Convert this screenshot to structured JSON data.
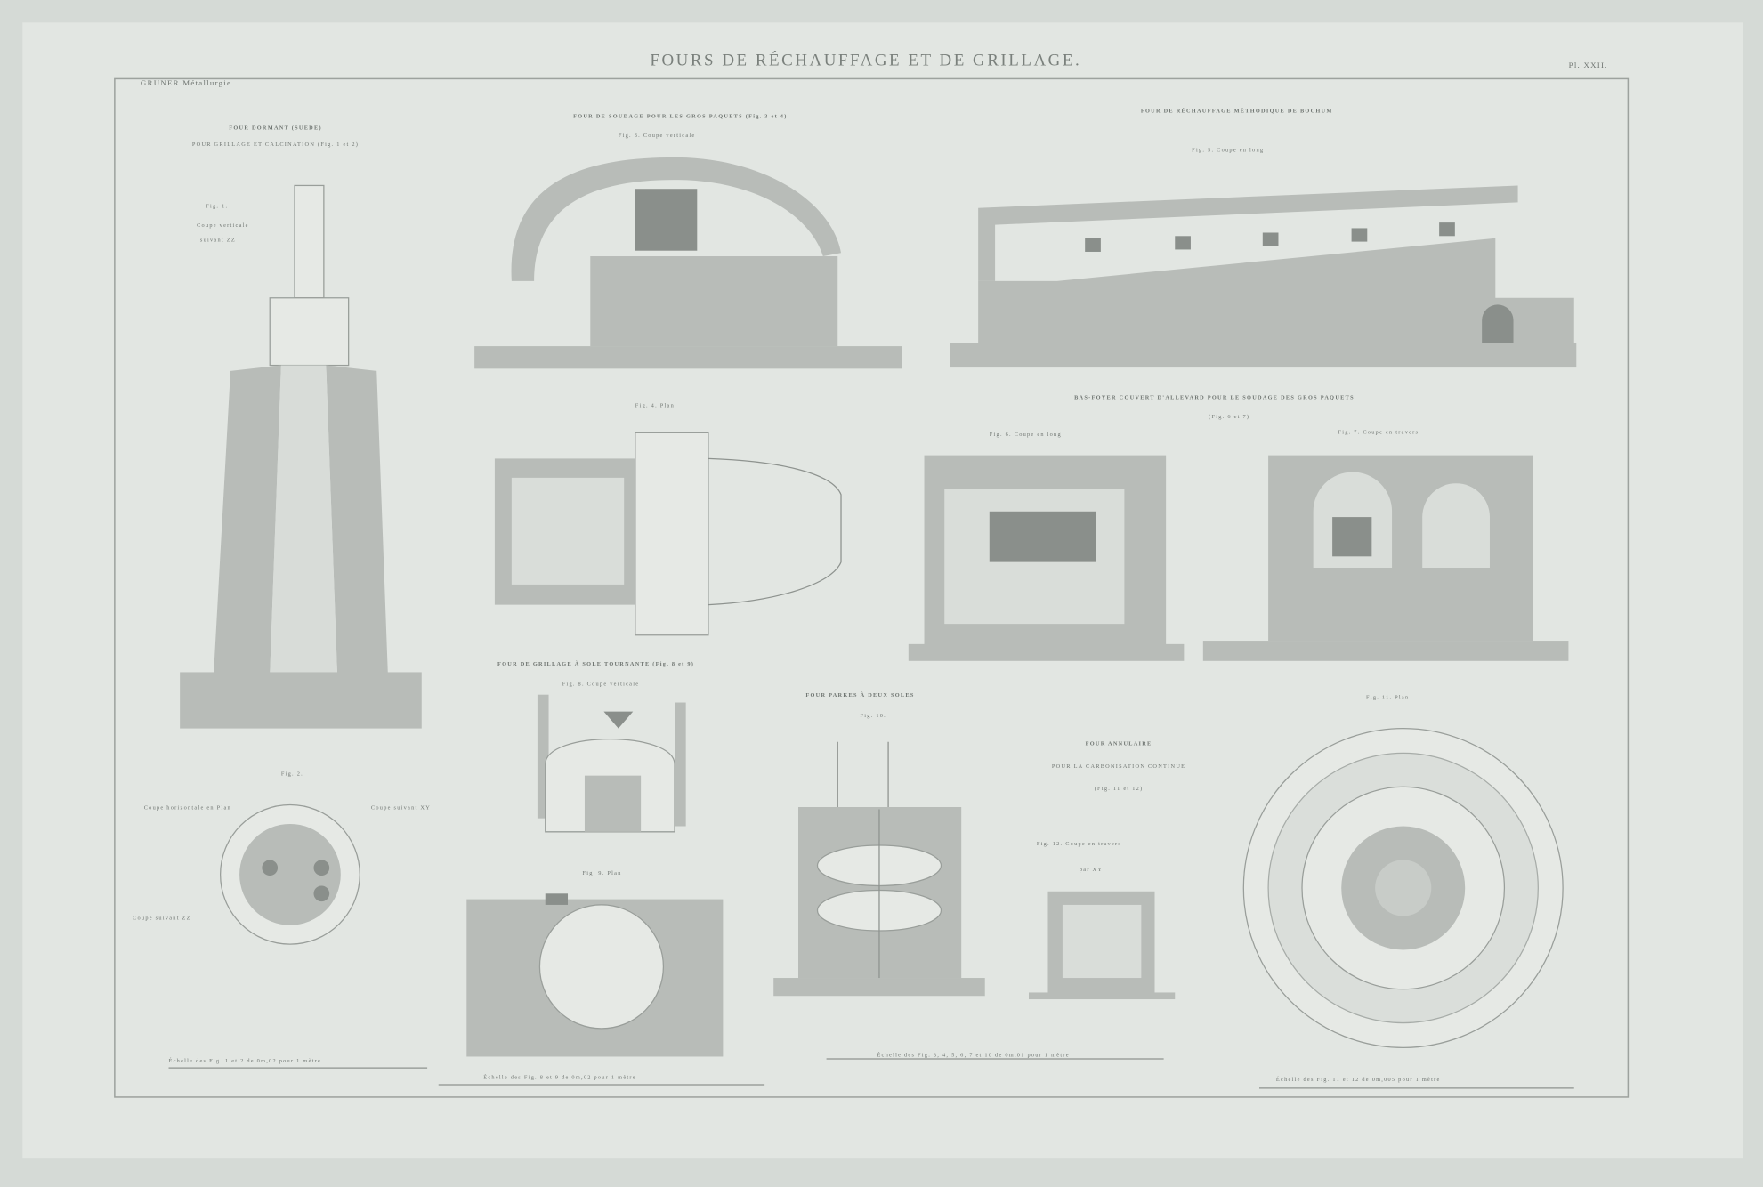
{
  "plate": {
    "title": "FOURS DE RÉCHAUFFAGE ET DE GRILLAGE.",
    "author": "GRUNER Métallurgie",
    "plate_number": "Pl. XXII."
  },
  "sections": {
    "four_dormant": {
      "heading": "FOUR DORMANT (SUÈDE)",
      "subheading": "POUR GRILLAGE ET CALCINATION (Fig. 1 et 2)",
      "fig1": "Fig. 1.",
      "fig1_caption": "Coupe verticale",
      "fig1_caption2": "suivant ZZ",
      "fig2": "Fig. 2.",
      "fig2_left": "Coupe horizontale en Plan",
      "fig2_right": "Coupe suivant XY",
      "fig2_bottom": "Coupe suivant ZZ",
      "scale": "Échelle des Fig. 1 et 2 de 0m,02 pour 1 mètre"
    },
    "four_soudage": {
      "heading": "FOUR DE SOUDAGE POUR LES GROS PAQUETS (Fig. 3 et 4)",
      "fig3": "Fig. 3.  Coupe verticale",
      "fig4": "Fig. 4.  Plan"
    },
    "four_bochum": {
      "heading": "FOUR DE RÉCHAUFFAGE MÉTHODIQUE DE BOCHUM",
      "fig5": "Fig. 5.  Coupe en long"
    },
    "bas_foyer": {
      "heading": "BAS-FOYER COUVERT D'ALLEVARD POUR LE SOUDAGE DES GROS PAQUETS",
      "subheading": "(Fig. 6 et 7)",
      "fig6": "Fig. 6.  Coupe en long",
      "fig7": "Fig. 7.  Coupe en travers"
    },
    "four_grillage": {
      "heading": "FOUR DE GRILLAGE À SOLE TOURNANTE (Fig. 8 et 9)",
      "fig8": "Fig. 8.  Coupe verticale",
      "fig9": "Fig. 9.  Plan",
      "scale": "Échelle des Fig. 8 et 9 de 0m,02 pour 1 mètre"
    },
    "four_parkes": {
      "heading": "FOUR PARKES À DEUX SOLES",
      "fig10": "Fig. 10.",
      "scale": "Échelle des Fig. 3, 4, 5, 6, 7 et 10 de 0m,01 pour 1 mètre"
    },
    "four_annulaire": {
      "heading": "FOUR ANNULAIRE",
      "subheading": "POUR LA CARBONISATION CONTINUE",
      "figs": "(Fig. 11 et 12)",
      "fig12": "Fig. 12.  Coupe en travers",
      "fig12_b": "par XY",
      "fig11": "Fig. 11.  Plan",
      "scale": "Échelle des Fig. 11 et 12 de 0m,005 pour 1 mètre"
    }
  }
}
